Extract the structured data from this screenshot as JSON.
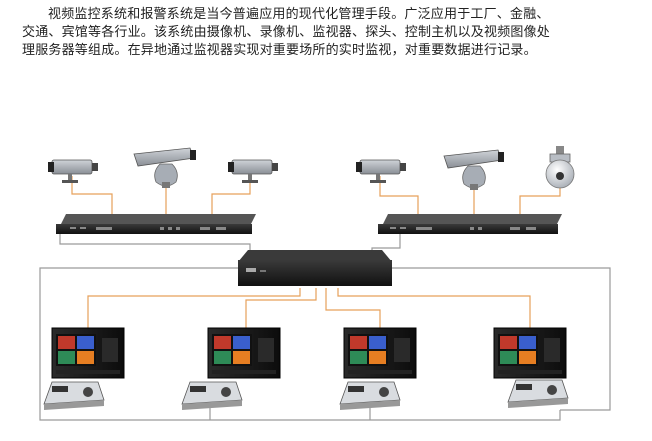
{
  "intro": {
    "lines": [
      "视频监控系统和报警系统是当今普遍应用的现代化管理手段。广泛应用于工厂、金融、",
      "交通、宾馆等各行业。该系统由摄像机、录像机、监视器、探头、控制主机以及视频图像处",
      "理服务器等组成。在异地通过监视器实现对重要场所的实时监视，对重要数据进行记录。"
    ]
  },
  "diagram": {
    "cameras": [
      {
        "kind": "box-camera-icon"
      },
      {
        "kind": "dome-mount-camera-icon"
      },
      {
        "kind": "box-camera-icon"
      },
      {
        "kind": "box-camera-icon"
      },
      {
        "kind": "dome-mount-camera-icon"
      },
      {
        "kind": "ptz-dome-camera-icon"
      }
    ],
    "colors": {
      "signal_line": "#e6a05a",
      "control_line": "#9a9a9a",
      "device_body": "#1e1e1e",
      "monitor_screen_red": "#c0392b",
      "monitor_screen_green": "#2e8b57",
      "monitor_screen_blue": "#3a5fcd",
      "monitor_screen_orange": "#e67e22"
    }
  }
}
